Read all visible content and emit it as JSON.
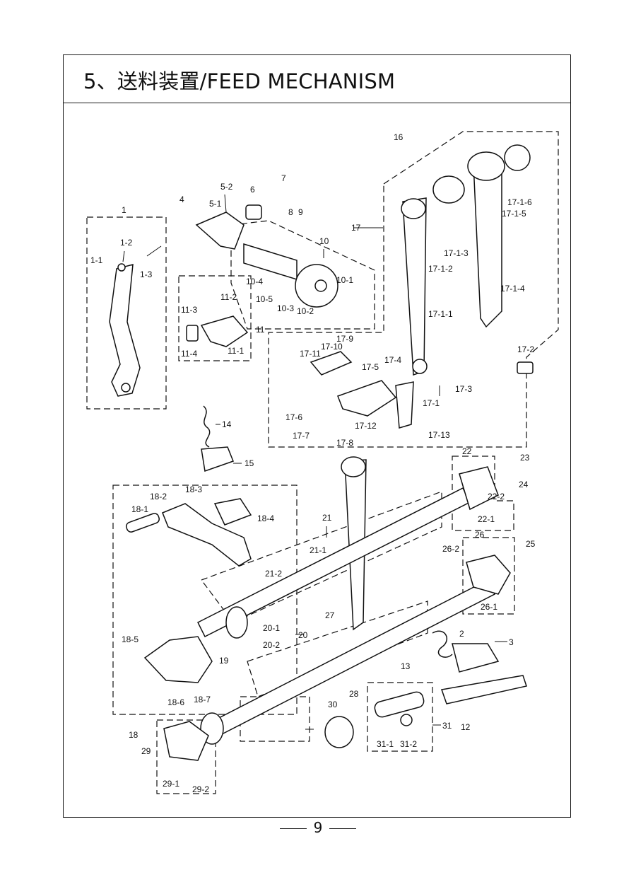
{
  "header": {
    "title": "5、送料装置/FEED MECHANISM"
  },
  "footer": {
    "page_number": "9"
  },
  "callouts": [
    "1",
    "1-1",
    "1-2",
    "1-3",
    "2",
    "3",
    "4",
    "5-1",
    "5-2",
    "6",
    "7",
    "8",
    "9",
    "10",
    "10-1",
    "10-2",
    "10-3",
    "10-4",
    "10-5",
    "11",
    "11-1",
    "11-2",
    "11-3",
    "11-4",
    "12",
    "13",
    "14",
    "15",
    "16",
    "17",
    "17-1",
    "17-1-1",
    "17-1-2",
    "17-1-3",
    "17-1-4",
    "17-1-5",
    "17-1-6",
    "17-2",
    "17-3",
    "17-4",
    "17-5",
    "17-6",
    "17-7",
    "17-8",
    "17-9",
    "17-10",
    "17-11",
    "17-12",
    "17-13",
    "18",
    "18-1",
    "18-2",
    "18-3",
    "18-4",
    "18-5",
    "18-6",
    "18-7",
    "19",
    "20",
    "20-1",
    "20-2",
    "21",
    "21-1",
    "21-2",
    "22",
    "22-1",
    "22-2",
    "23",
    "24",
    "25",
    "26",
    "26-1",
    "26-2",
    "27",
    "28",
    "29",
    "29-1",
    "29-2",
    "30",
    "31",
    "31-1",
    "31-2"
  ]
}
